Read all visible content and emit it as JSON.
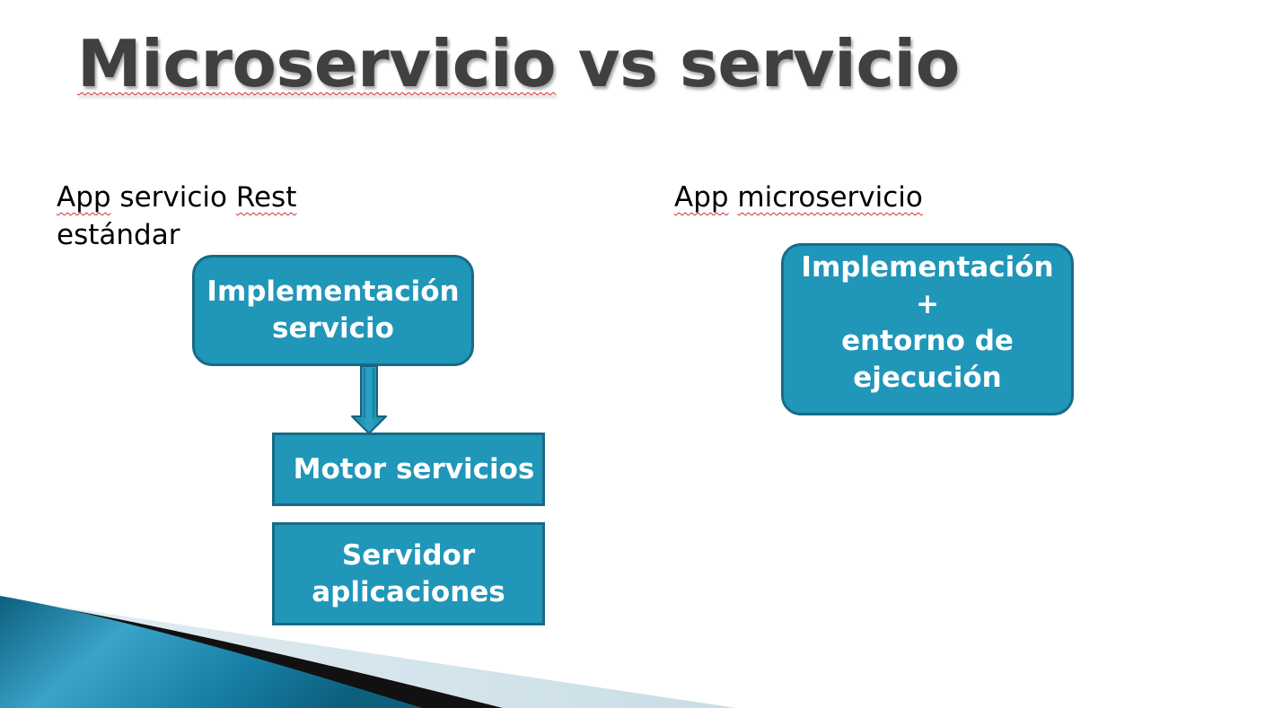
{
  "slide": {
    "title_part1": "Microservicio",
    "title_part2": " vs servicio"
  },
  "left": {
    "heading_line1_a": "App",
    "heading_line1_b": " servicio ",
    "heading_line1_c": "Rest",
    "heading_line2": "estándar",
    "boxes": {
      "implementacion": [
        "Implementación",
        "servicio"
      ],
      "motor": [
        "Motor servicios"
      ],
      "servidor": [
        "Servidor",
        "aplicaciones"
      ]
    }
  },
  "right": {
    "heading_a": "App",
    "heading_b": " ",
    "heading_c": "microservicio",
    "box": [
      "Implementación",
      "+",
      "entorno de",
      "ejecución"
    ]
  },
  "colors": {
    "box_fill": "#2096b9",
    "box_border": "#186b85",
    "title": "#404040"
  }
}
